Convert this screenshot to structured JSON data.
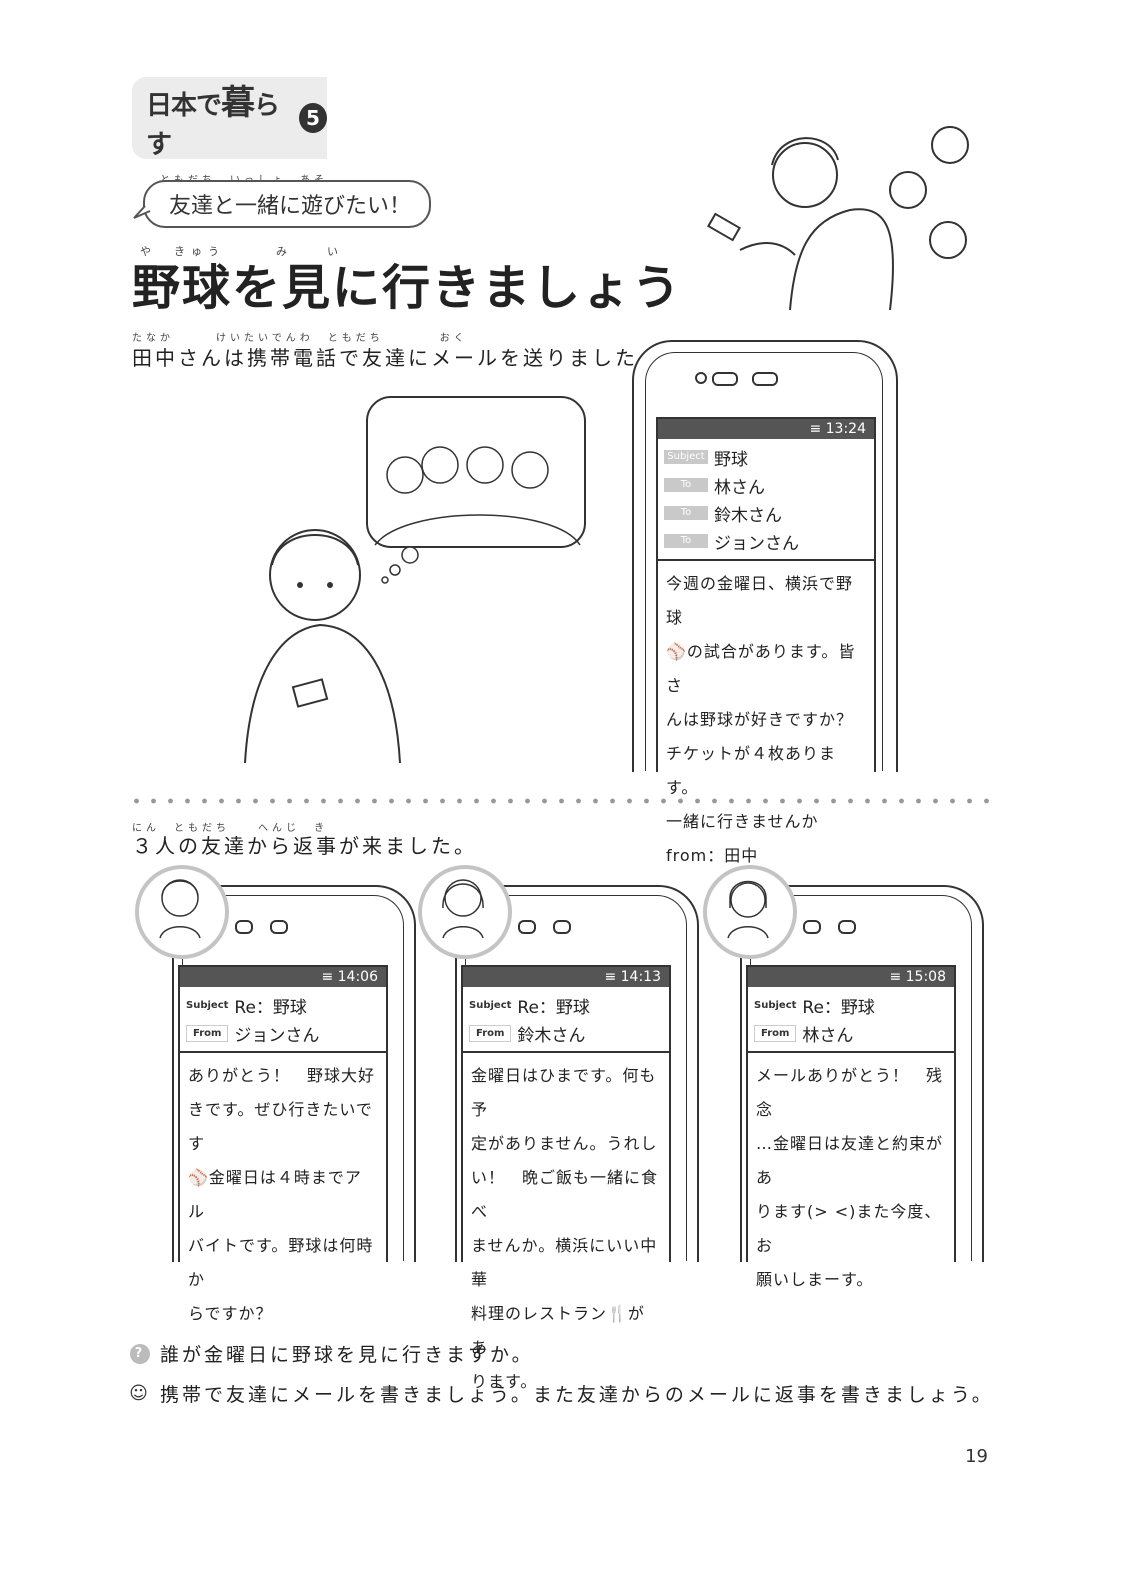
{
  "header": {
    "unit_label_prefix": "日本で",
    "unit_label_big": "暮",
    "unit_label_suffix": "らす",
    "unit_number": "5",
    "subtitle": "友達と一緒に遊びたい！",
    "subtitle_ruby": "ともだち　いっしょ　あそ",
    "title": "野球を見に行きましょう",
    "title_ruby": "や　きゅう　　　み　　い"
  },
  "intro": {
    "text": "田中さんは携帯電話で友達にメールを送りました。",
    "ruby": "たなか　　　けいたいでんわ　ともだち　　　　おく"
  },
  "main_phone": {
    "time": "13:24",
    "fields": [
      {
        "key": "Subject",
        "value": "野球"
      },
      {
        "key": "To",
        "value": "林さん"
      },
      {
        "key": "To",
        "value": "鈴木さん"
      },
      {
        "key": "To",
        "value": "ジョンさん"
      }
    ],
    "message": "今週の金曜日、横浜で野球\n⚾の試合があります。皆さ\nんは野球が好きですか？\nチケットが４枚あります。\n一緒に行きませんか\nfrom：田中"
  },
  "replies_intro": {
    "text": "３人の友達から返事が来ました。",
    "ruby": "にん　ともだち　　へんじ　き"
  },
  "replies": [
    {
      "time": "14:06",
      "subject_key": "Subject",
      "subject": "Re：野球",
      "from_key": "From",
      "from": "ジョンさん",
      "message": "ありがとう！　野球大好\nきです。ぜひ行きたいです\n⚾金曜日は４時までアル\nバイトです。野球は何時か\nらですか？"
    },
    {
      "time": "14:13",
      "subject_key": "Subject",
      "subject": "Re：野球",
      "from_key": "From",
      "from": "鈴木さん",
      "message": "金曜日はひまです。何も予\n定がありません。うれし\nい！　晩ご飯も一緒に食べ\nませんか。横浜にいい中華\n料理のレストラン🍴があ\nります。"
    },
    {
      "time": "15:08",
      "subject_key": "Subject",
      "subject": "Re：野球",
      "from_key": "From",
      "from": "林さん",
      "message": "メールありがとう！　残念\n…金曜日は友達と約束があ\nります(> <)また今度、お\n願いしまーす。"
    }
  ],
  "tasks": [
    {
      "icon": "?",
      "text": "誰が金曜日に野球を見に行きますか。"
    },
    {
      "icon": "☺",
      "text": "携帯で友達にメールを書きましょう。また友達からのメールに返事を書きましょう。"
    }
  ],
  "page_number": "19"
}
